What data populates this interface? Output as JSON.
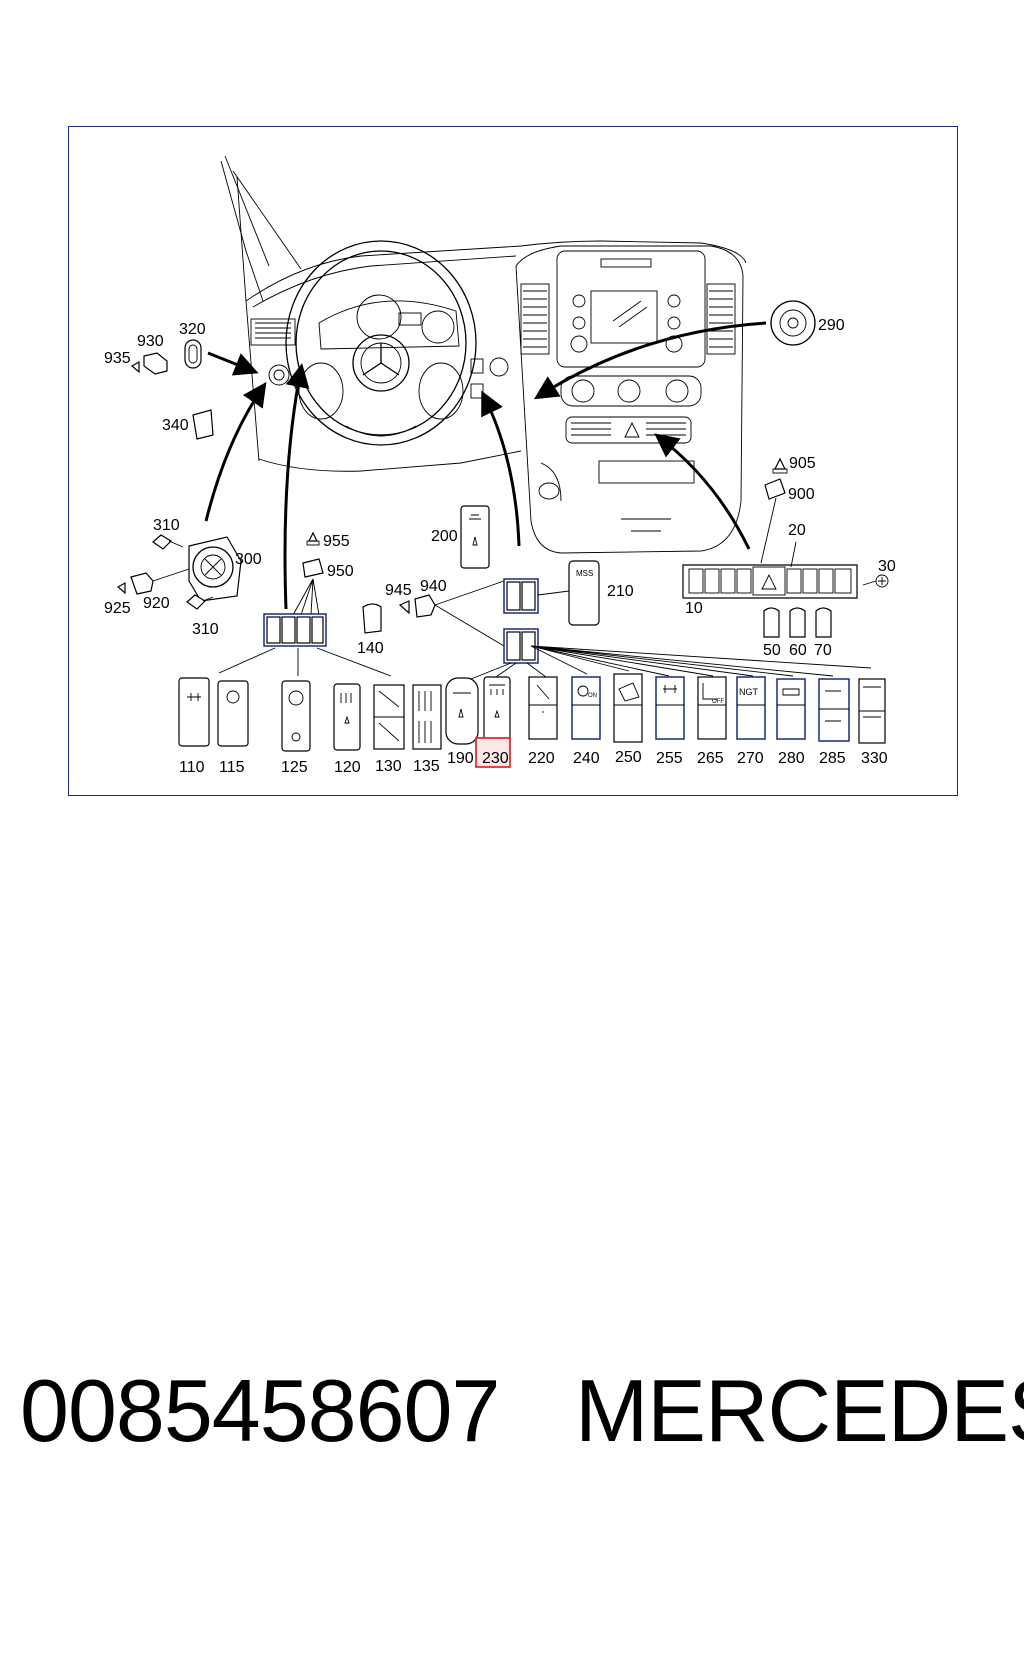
{
  "diagram": {
    "callouts": {
      "c930": "930",
      "c320": "320",
      "c935": "935",
      "c340": "340",
      "c290": "290",
      "c905": "905",
      "c900": "900",
      "c20": "20",
      "c30": "30",
      "c10": "10",
      "c310a": "310",
      "c300": "300",
      "c925": "925",
      "c920": "920",
      "c310b": "310",
      "c955": "955",
      "c950": "950",
      "c200": "200",
      "c210": "210",
      "c945": "945",
      "c940": "940",
      "c140": "140",
      "c50": "50",
      "c60": "60",
      "c70": "70"
    },
    "switch_labels": [
      "110",
      "115",
      "125",
      "120",
      "130",
      "135",
      "190",
      "230",
      "220",
      "240",
      "250",
      "255",
      "265",
      "270",
      "280",
      "285",
      "330"
    ],
    "highlighted_label": "230",
    "highlight_color": "#e03030",
    "frame_color": "#1c2a80",
    "switch_texts": {
      "mss": "MSS",
      "on": "ON",
      "off": "OFF",
      "ngt": "NGT"
    }
  },
  "caption": {
    "part_number": "0085458607",
    "brand": "MERCEDES"
  }
}
